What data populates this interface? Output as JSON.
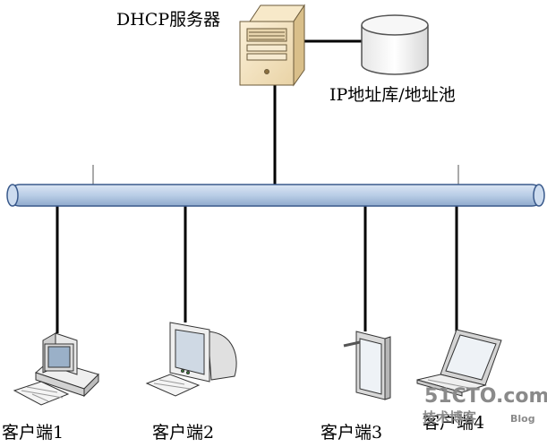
{
  "server": {
    "label": "DHCP服务器"
  },
  "pool": {
    "label": "IP地址库/地址池"
  },
  "clients": [
    {
      "label": "客户端1",
      "icon": "desktop-pc-icon"
    },
    {
      "label": "客户端2",
      "icon": "crt-monitor-icon"
    },
    {
      "label": "客户端3",
      "icon": "tablet-icon"
    },
    {
      "label": "客户端4",
      "icon": "laptop-icon"
    }
  ],
  "watermark": {
    "brand": "51CTO.com",
    "sub": "技术博客",
    "blog": "Blog"
  },
  "colors": {
    "bus_fill": "#b9cde6",
    "bus_stroke": "#3a5a8c",
    "line": "#000000",
    "server_body": "#f2e2bf",
    "device_light": "#f2f2f2"
  }
}
